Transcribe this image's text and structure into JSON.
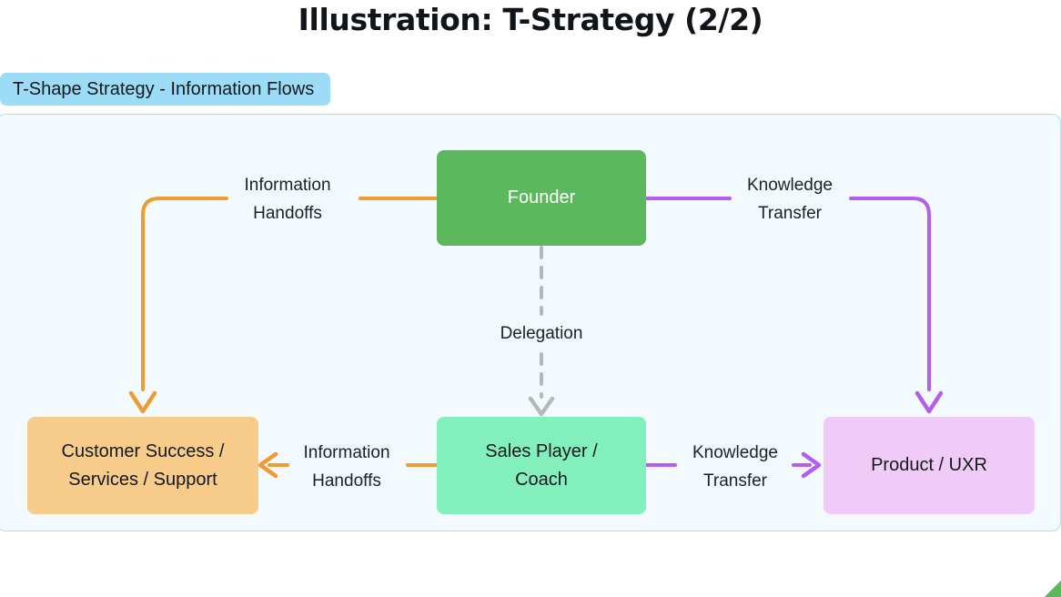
{
  "title": "Illustration: T-Strategy (2/2)",
  "diagram": {
    "subtitle_chip": "T-Shape Strategy - Information Flows",
    "nodes": [
      {
        "id": "founder",
        "label": "Founder",
        "color": "#5cb85c",
        "text_color": "#ffffff"
      },
      {
        "id": "customer_success",
        "label": "Customer Success /\nServices / Support",
        "color": "#f7cb8a",
        "text_color": "#14181c"
      },
      {
        "id": "sales",
        "label": "Sales Player /\nCoach",
        "color": "#82efbc",
        "text_color": "#14181c"
      },
      {
        "id": "product",
        "label": "Product / UXR",
        "color": "#f0cbf7",
        "text_color": "#14181c"
      }
    ],
    "edges": [
      {
        "id": "founder-to-cs",
        "label": "Information\nHandoffs",
        "color": "#ee9b33",
        "style": "solid",
        "from": "founder",
        "to": "customer_success"
      },
      {
        "id": "founder-to-product",
        "label": "Knowledge\nTransfer",
        "color": "#b45ef0",
        "style": "solid",
        "from": "founder",
        "to": "product"
      },
      {
        "id": "founder-to-sales",
        "label": "Delegation",
        "color": "#b5b8bb",
        "style": "dashed",
        "from": "founder",
        "to": "sales"
      },
      {
        "id": "sales-to-cs",
        "label": "Information\nHandoffs",
        "color": "#ee9b33",
        "style": "solid",
        "from": "sales",
        "to": "customer_success"
      },
      {
        "id": "sales-to-product",
        "label": "Knowledge\nTransfer",
        "color": "#b45ef0",
        "style": "solid",
        "from": "sales",
        "to": "product"
      }
    ],
    "canvas_background": "#f2fafd",
    "canvas_border": "#a9e0f5",
    "chip_background": "#9ddcf7"
  }
}
